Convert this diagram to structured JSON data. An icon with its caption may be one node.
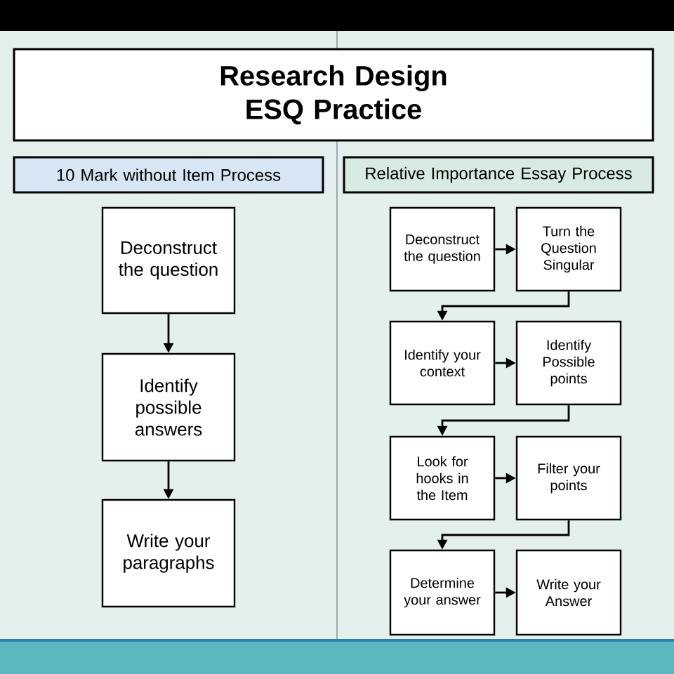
{
  "diagram": {
    "nodes": [
      {
        "text": [
          "Research Design ESQ Practice"
        ]
      },
      {
        "text": [
          "10 Mark without Item Process"
        ]
      },
      {
        "text": [
          "Relative Importance Essay Process"
        ]
      },
      {
        "text": [
          "Deconstruct the question"
        ]
      },
      {
        "text": [
          "Identify possible answers"
        ]
      },
      {
        "text": [
          "Write your paragraphs"
        ]
      },
      {
        "text": [
          "Deconstruct the question"
        ]
      },
      {
        "text": [
          "Turn the Question Singular"
        ]
      },
      {
        "text": [
          "Identify your context"
        ]
      },
      {
        "text": [
          "Identify Possible points"
        ]
      },
      {
        "text": [
          "Look for hooks in the Item"
        ]
      },
      {
        "text": [
          "Filter your points"
        ]
      },
      {
        "text": [
          "Determine your answer"
        ]
      },
      {
        "text": [
          "Write your Answer"
        ]
      }
    ],
    "edges": [
      {
        "from": 3,
        "to": 4,
        "arrow": "to"
      },
      {
        "from": 4,
        "to": 5,
        "arrow": "to"
      },
      {
        "from": 6,
        "to": 7,
        "arrow": "to"
      },
      {
        "from": 7,
        "to": 8,
        "arrow": "to"
      },
      {
        "from": 8,
        "to": 9,
        "arrow": "to"
      },
      {
        "from": 9,
        "to": 10,
        "arrow": "to"
      },
      {
        "from": 10,
        "to": 11,
        "arrow": "to"
      },
      {
        "from": 11,
        "to": 12,
        "arrow": "to"
      },
      {
        "from": 12,
        "to": 13,
        "arrow": "to"
      }
    ]
  }
}
